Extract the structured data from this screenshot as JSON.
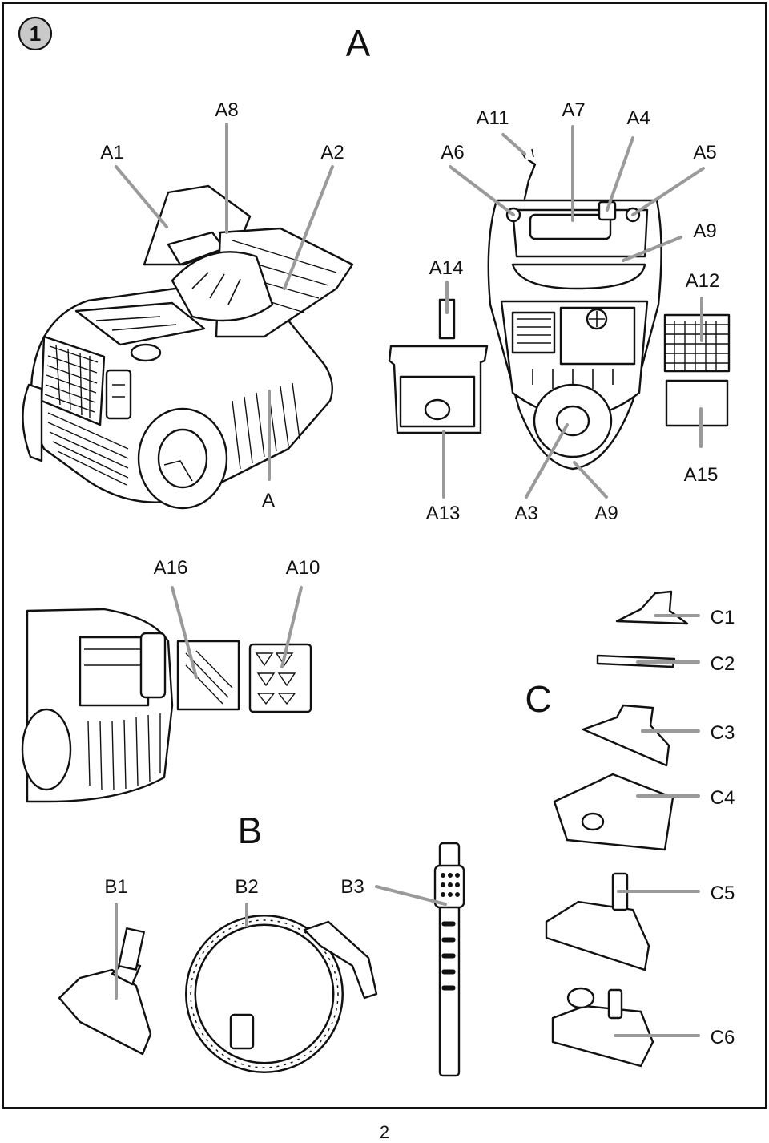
{
  "figure": {
    "badge": "1",
    "section_a": "A",
    "section_b": "B",
    "section_c": "C"
  },
  "labels": {
    "A": "A",
    "A1": "A1",
    "A2": "A2",
    "A3": "A3",
    "A4": "A4",
    "A5": "A5",
    "A6": "A6",
    "A7": "A7",
    "A8": "A8",
    "A9_top": "A9",
    "A9_bottom": "A9",
    "A10": "A10",
    "A11": "A11",
    "A12": "A12",
    "A13": "A13",
    "A14": "A14",
    "A15": "A15",
    "A16": "A16",
    "B1": "B1",
    "B2": "B2",
    "B3": "B3",
    "C1": "C1",
    "C2": "C2",
    "C3": "C3",
    "C4": "C4",
    "C5": "C5",
    "C6": "C6"
  },
  "page_number": "2",
  "colors": {
    "leader_lines": "#9a9a9a",
    "ink": "#111111"
  }
}
